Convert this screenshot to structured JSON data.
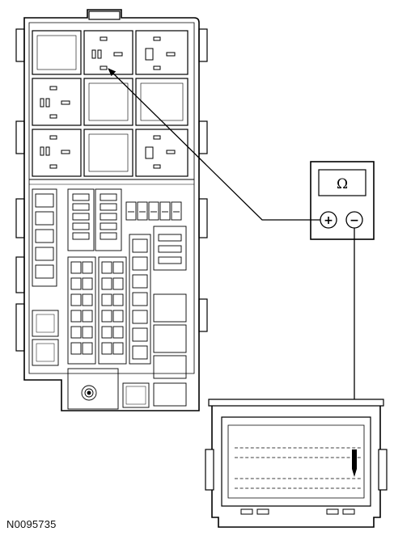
{
  "figure": {
    "reference_id": "N0095735"
  },
  "meter": {
    "display_symbol": "Ω",
    "positive_symbol": "+",
    "negative_symbol": "−"
  },
  "icons": [
    "fuse-box-illustration",
    "ohmmeter-icon",
    "connector-illustration",
    "relay-icon",
    "fuse-icon",
    "test-lead-probe-icon"
  ]
}
